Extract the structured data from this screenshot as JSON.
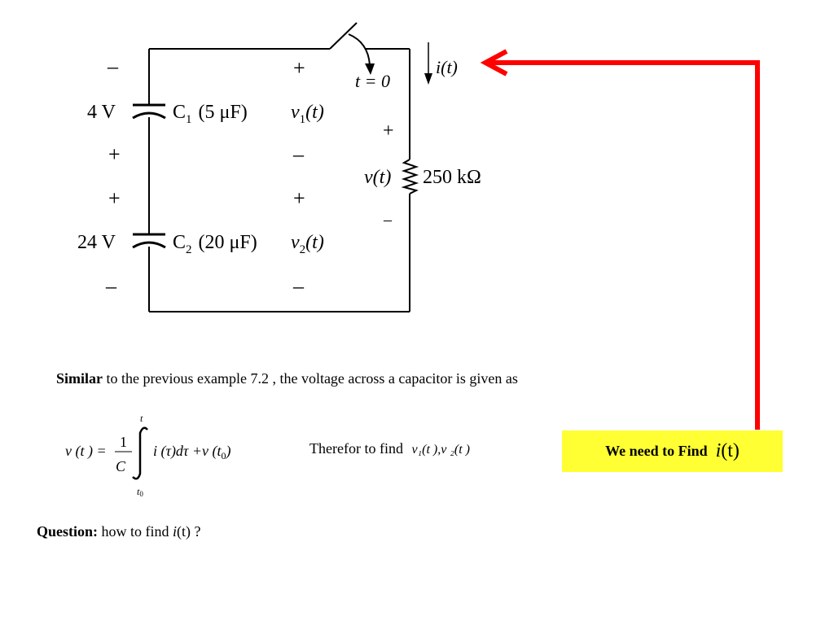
{
  "circuit": {
    "c1": {
      "source_minus": "–",
      "source_value": "4 V",
      "source_plus": "+",
      "name": "C",
      "sub": "1",
      "rating": "(5 μF)",
      "v_plus": "+",
      "v_label": "v",
      "v_sub": "1",
      "v_arg": "(t)",
      "v_minus": "–"
    },
    "c2": {
      "source_plus": "+",
      "source_value": "24 V",
      "source_minus": "–",
      "name": "C",
      "sub": "2",
      "rating": "(20 μF)",
      "v_plus": "+",
      "v_label": "v",
      "v_sub": "2",
      "v_arg": "(t)",
      "v_minus": "–"
    },
    "switch_label": "t = 0",
    "current_label": "i(t)",
    "resistor": {
      "v_plus": "+",
      "v_label": "v(t)",
      "v_minus": "–",
      "value": "250 kΩ"
    }
  },
  "text": {
    "similar_bold": "Similar",
    "similar_rest": " to the previous example 7.2 , the voltage across a capacitor is given as",
    "formula": {
      "lhs": "v (t ) =",
      "frac_num": "1",
      "frac_den": "C",
      "upper": "t",
      "lower": "t",
      "lower_sub": "0",
      "integrand": "i (τ)dτ +v (t",
      "integrand_sub": "0",
      "integrand_end": ")"
    },
    "therefor_text": "Therefor to find",
    "therefor_math": "v₁(t ),v ₂(t )",
    "callout_text": "We need to Find",
    "callout_var": "i",
    "callout_arg": "(t)",
    "question_bold": "Question:",
    "question_rest": " how to find ",
    "question_var": "i",
    "question_end": "(t) ?"
  },
  "colors": {
    "arrow": "#ff0000",
    "callout_bg": "#ffff33",
    "wire": "#000000"
  }
}
